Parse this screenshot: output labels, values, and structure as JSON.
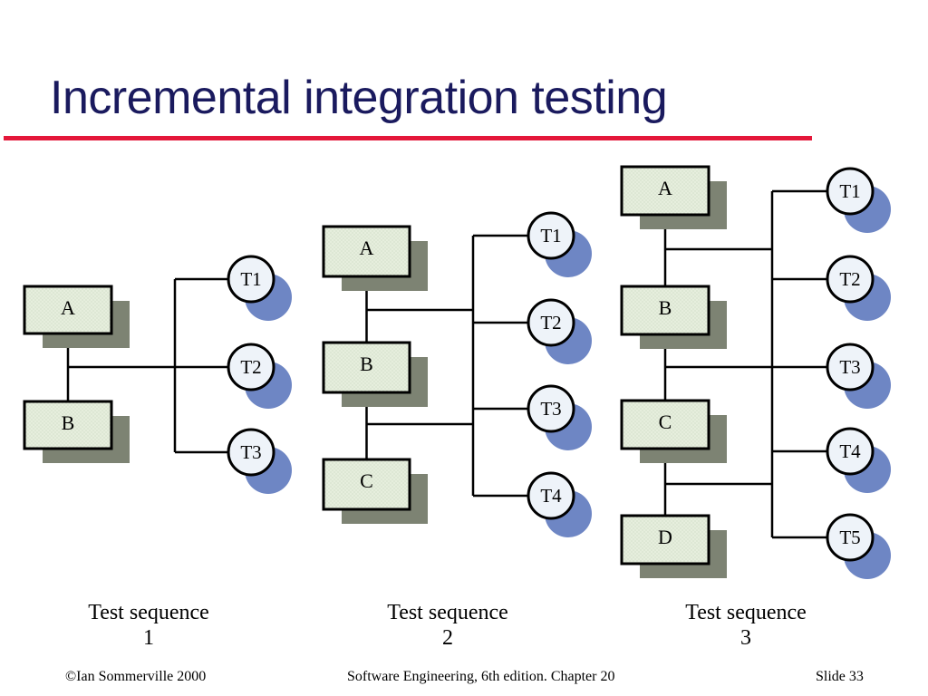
{
  "slide": {
    "title": "Incremental integration testing",
    "footer": {
      "copyright": "©Ian Sommerville 2000",
      "book": "Software Engineering, 6th edition. Chapter 20",
      "slide_label": "Slide  33"
    }
  },
  "colors": {
    "title": "#1a1a5e",
    "rule": "#e4173a",
    "module_fill": "#e6eedd",
    "module_shadow": "#7d8373",
    "test_fill": "#eef3f9",
    "test_shadow": "#6e86c4",
    "line": "#000000"
  },
  "sequences": [
    {
      "caption_line1": "Test sequence",
      "caption_line2": "1",
      "modules": [
        "A",
        "B"
      ],
      "tests": [
        "T1",
        "T2",
        "T3"
      ]
    },
    {
      "caption_line1": "Test sequence",
      "caption_line2": "2",
      "modules": [
        "A",
        "B",
        "C"
      ],
      "tests": [
        "T1",
        "T2",
        "T3",
        "T4"
      ]
    },
    {
      "caption_line1": "Test sequence",
      "caption_line2": "3",
      "modules": [
        "A",
        "B",
        "C",
        "D"
      ],
      "tests": [
        "T1",
        "T2",
        "T3",
        "T4",
        "T5"
      ]
    }
  ]
}
